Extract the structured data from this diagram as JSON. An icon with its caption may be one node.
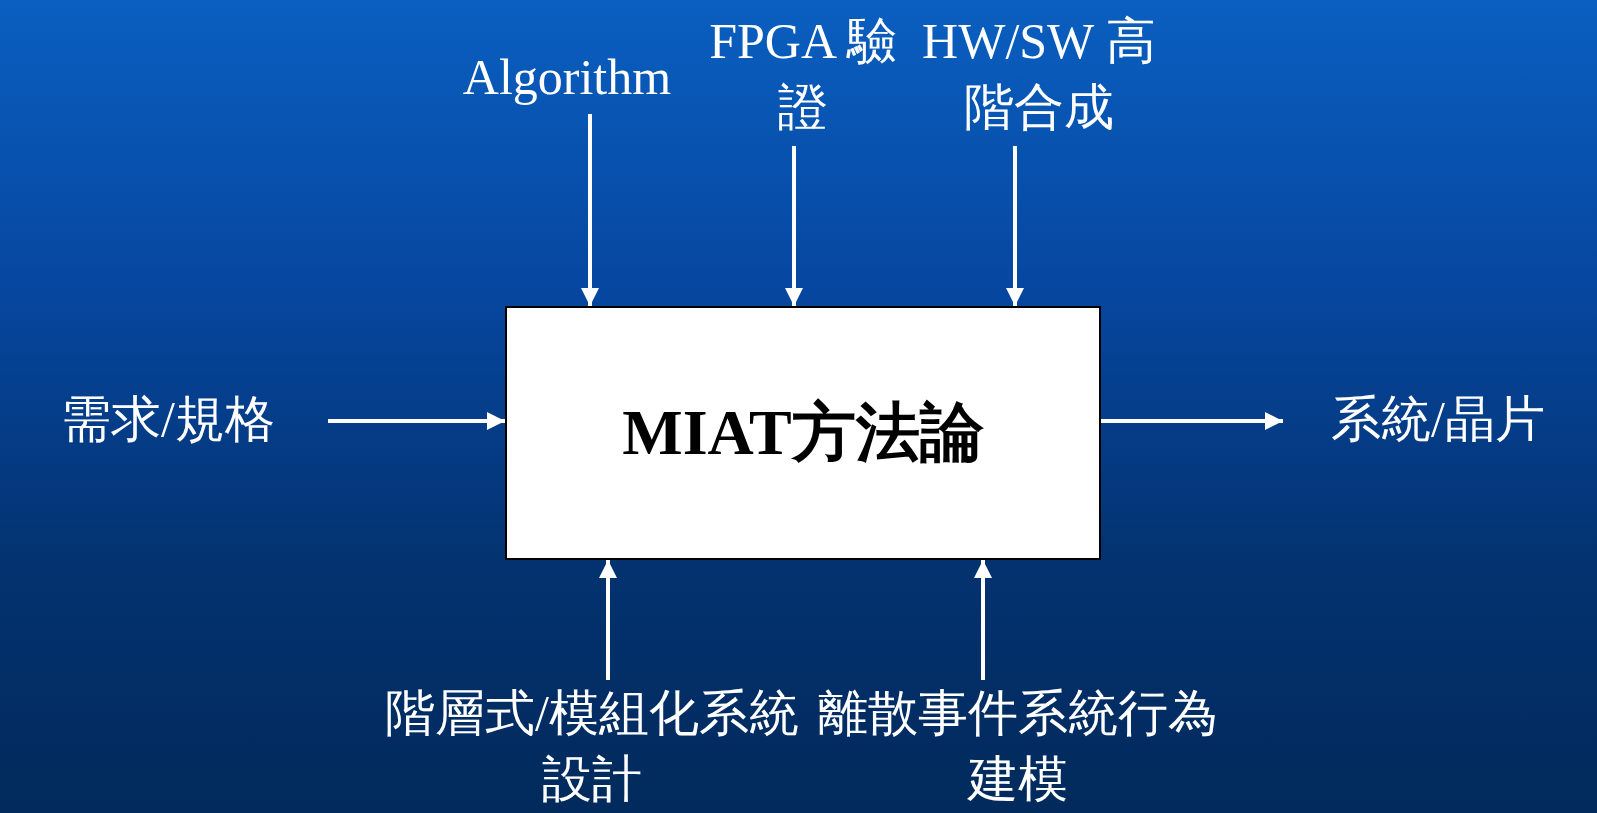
{
  "diagram": {
    "nodes": [
      {
        "text": [
          "MIAT方法論"
        ]
      },
      {
        "text": [
          "Algorithm"
        ]
      },
      {
        "text": [
          "FPGA 驗證"
        ]
      },
      {
        "text": [
          "HW/SW 高階合成"
        ]
      },
      {
        "text": [
          "需求/規格"
        ]
      },
      {
        "text": [
          "系統/晶片"
        ]
      },
      {
        "text": [
          "階層式/模組化系統設計"
        ]
      },
      {
        "text": [
          "離散事件系統行為建模"
        ]
      }
    ],
    "edges": [
      {
        "from": 1,
        "to": 0,
        "arrow": "to"
      },
      {
        "from": 2,
        "to": 0,
        "arrow": "to"
      },
      {
        "from": 3,
        "to": 0,
        "arrow": "to"
      },
      {
        "from": 4,
        "to": 0,
        "arrow": "to"
      },
      {
        "from": 0,
        "to": 5,
        "arrow": "to"
      },
      {
        "from": 6,
        "to": 0,
        "arrow": "to"
      },
      {
        "from": 7,
        "to": 0,
        "arrow": "to"
      }
    ]
  }
}
